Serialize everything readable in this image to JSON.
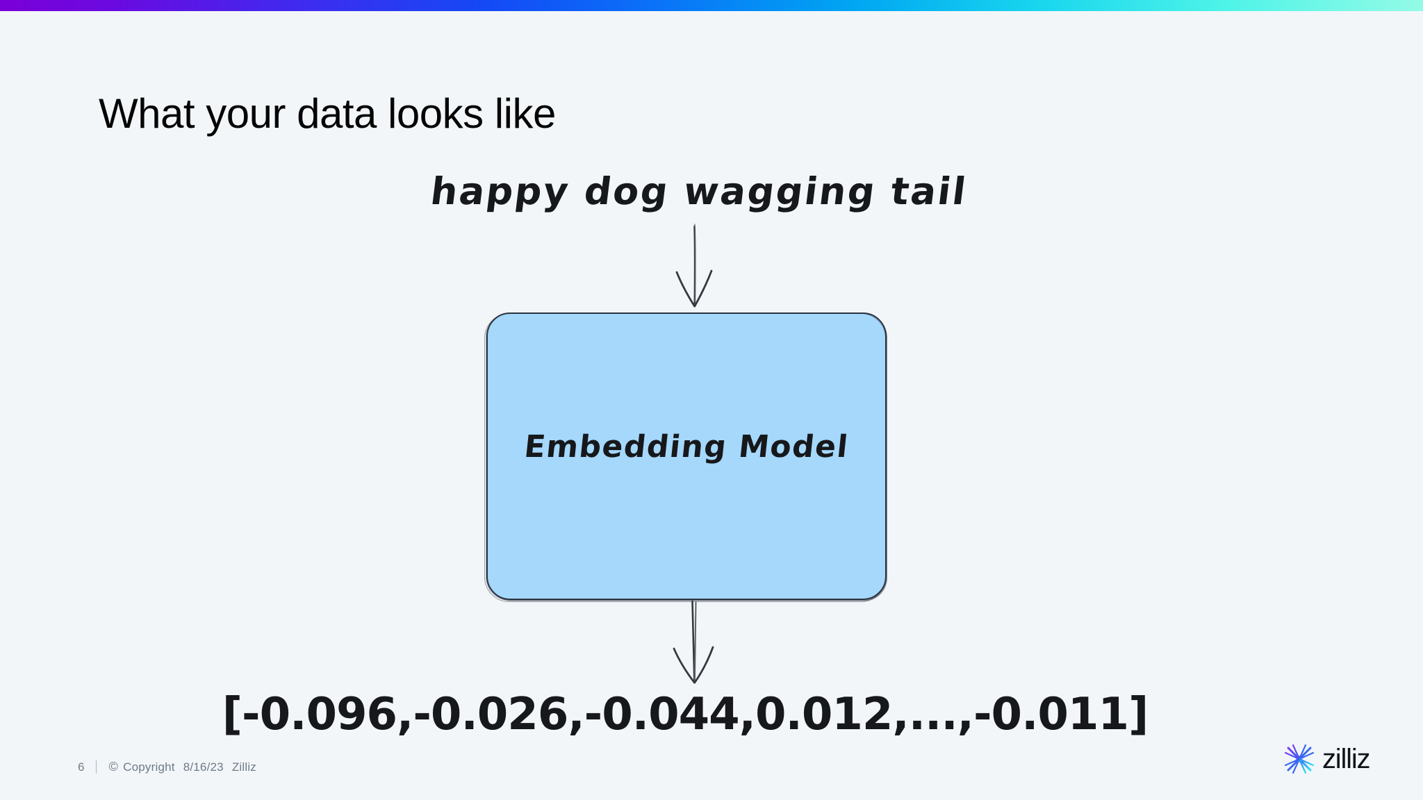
{
  "slide": {
    "title": "What your data looks like",
    "background_color": "#f2f6f9"
  },
  "accent_bar": {
    "gradient_start": "#7a00d8",
    "gradient_mid": "#00a6f2",
    "gradient_end": "#93fbe6"
  },
  "diagram": {
    "input_text": "happy dog wagging tail",
    "box": {
      "label": "Embedding Model",
      "fill_color": "#a5d8fb",
      "stroke_color": "#2c3340"
    },
    "output_vector": "[-0.096,-0.026,-0.044,0.012,...,-0.011]",
    "arrow_top_icon": "down-arrow-icon",
    "arrow_bottom_icon": "down-arrow-icon"
  },
  "footer": {
    "slide_number": "6",
    "copyright_mark": "©",
    "copyright_word": "Copyright",
    "copyright_date": "8/16/23",
    "company": "Zilliz"
  },
  "brand": {
    "wordmark": "zilliz",
    "mark_icon": "starburst-icon",
    "mark_color_start": "#6d4df0",
    "mark_color_end": "#2ee0f0"
  }
}
